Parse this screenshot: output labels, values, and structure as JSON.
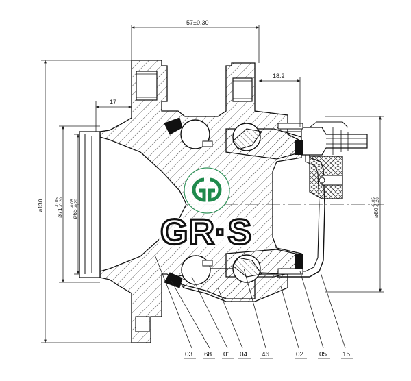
{
  "dimensions": {
    "top_width": "57±0.30",
    "flange_offset": "17",
    "sensor_offset": "18.2",
    "dia_130": "ø130",
    "dia_71": {
      "main": "ø71",
      "tol_upper": "-0.05",
      "tol_lower": "-0.20"
    },
    "dia_65": {
      "main": "ø65",
      "tol_upper": "-0.05",
      "tol_lower": "-0.20"
    },
    "dia_80": {
      "main": "ø80",
      "tol_upper": "-0.05",
      "tol_lower": "-0.20"
    }
  },
  "part_labels": [
    "03",
    "68",
    "01",
    "04",
    "46",
    "02",
    "05",
    "15"
  ],
  "logo": {
    "text": "GR·S",
    "emblem": "GG"
  },
  "colors": {
    "line": "#111111",
    "hatch": "#333333",
    "emblem": "#1f8a4c"
  }
}
